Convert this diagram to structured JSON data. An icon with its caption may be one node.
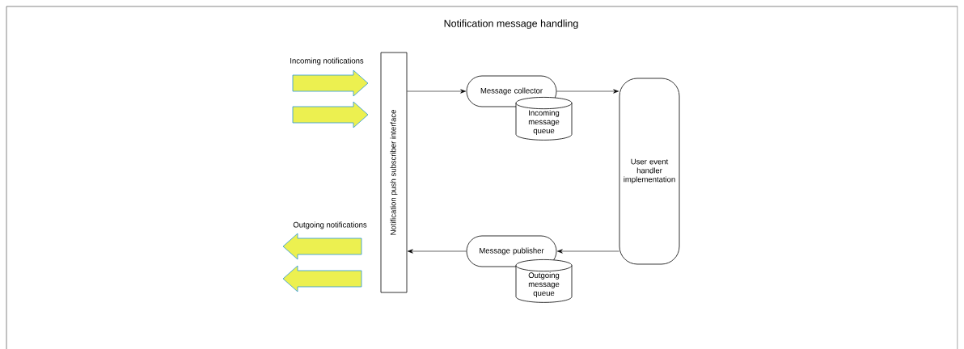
{
  "diagram": {
    "title": "Notification message handling",
    "nodes": [
      {
        "text": [
          "Notification push subscriber interface"
        ]
      },
      {
        "text": [
          "Message collector"
        ]
      },
      {
        "text": [
          "Incoming message queue"
        ]
      },
      {
        "text": [
          "User event handler implementation"
        ]
      },
      {
        "text": [
          "Message publisher"
        ]
      },
      {
        "text": [
          "Outgoing message queue"
        ]
      }
    ],
    "edges": [
      {
        "from": null,
        "to": 0,
        "arrow": "to"
      },
      {
        "from": null,
        "to": 0,
        "arrow": "to"
      },
      {
        "from": 0,
        "to": null,
        "arrow": "to"
      },
      {
        "from": 0,
        "to": null,
        "arrow": "to"
      },
      {
        "from": 0,
        "to": 1,
        "arrow": "to"
      },
      {
        "from": 1,
        "to": 3,
        "arrow": "to"
      },
      {
        "from": 3,
        "to": 4,
        "arrow": "to"
      },
      {
        "from": 4,
        "to": 0,
        "arrow": "to"
      }
    ],
    "labels": [
      "Incoming notifications",
      "Outgoing notifications"
    ]
  }
}
